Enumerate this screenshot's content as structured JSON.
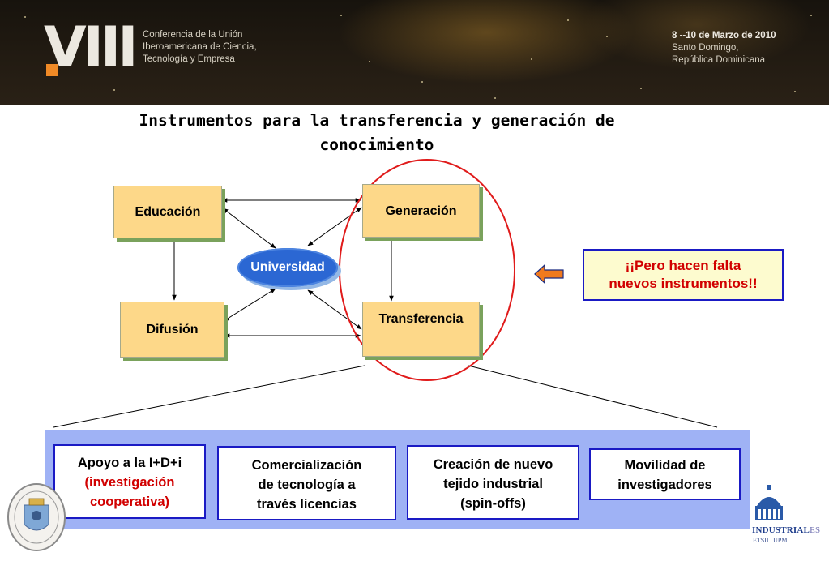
{
  "header": {
    "logo_text": "VIII",
    "conference_lines": [
      "Conferencia de la Unión",
      "Iberoamericana de Ciencia,",
      "Tecnología y Empresa"
    ],
    "date": "8 --10 de Marzo de 2010",
    "location_lines": [
      "Santo Domingo,",
      "República Dominicana"
    ]
  },
  "slide": {
    "title_line1": "Instrumentos para la transferencia y generación de",
    "title_line2": "conocimiento"
  },
  "diagram": {
    "nodes": {
      "educacion": "Educación",
      "generacion": "Generación",
      "difusion": "Difusión",
      "transferencia": "Transferencia",
      "universidad": "Universidad"
    },
    "callout_line1": "¡¡Pero hacen falta",
    "callout_line2": "nuevos instrumentos!!",
    "colors": {
      "node_fill": "#fdd889",
      "node_shadow": "#7aa25c",
      "universidad_fill": "#2b67d3",
      "highlight_ellipse": "#e01b1b",
      "callout_border": "#1a1ac4",
      "callout_text": "#d10000",
      "arrow_fill": "#f07a1e",
      "panel_fill": "#9fb2f5"
    }
  },
  "instruments": [
    {
      "line1": "Apoyo a la I+D+i",
      "line2": "(investigación",
      "line3": "cooperativa)"
    },
    {
      "line1": "Comercialización",
      "line2": "de tecnología a",
      "line3": "través licencias"
    },
    {
      "line1": "Creación de nuevo",
      "line2": "tejido industrial",
      "line3": "(spin-offs)"
    },
    {
      "line1": "Movilidad de",
      "line2": "investigadores"
    }
  ],
  "logos": {
    "left": "upm-seal",
    "right_name": "INDUSTRIAL",
    "right_name_suffix": "ES",
    "right_sub": "ETSII | UPM"
  }
}
